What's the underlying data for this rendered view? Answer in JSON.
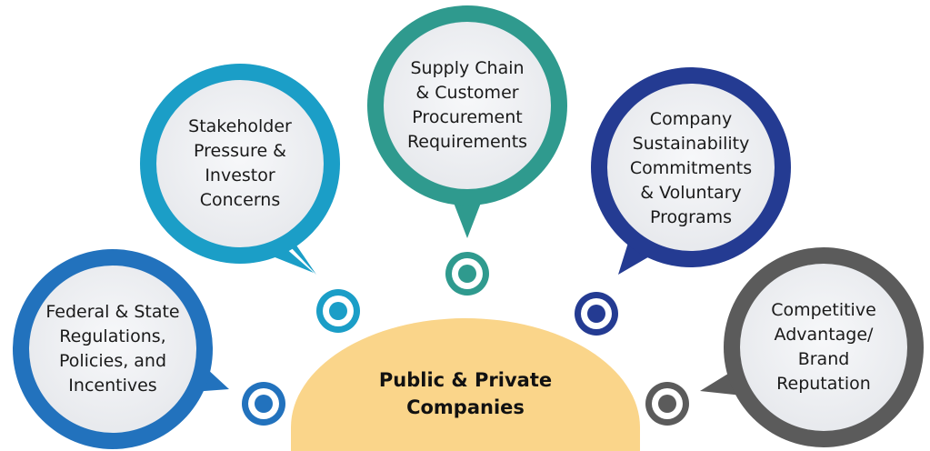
{
  "colors": {
    "blue": "#2272bd",
    "cyan": "#1b9ec7",
    "teal": "#2f9a8e",
    "navy": "#243b92",
    "gray": "#5b5b5b",
    "center_fill": "#fad58a",
    "bubble_fill": "#eff1f4"
  },
  "center": {
    "line1": "Public & Private",
    "line2": "Companies"
  },
  "drivers": [
    {
      "lines": [
        "Federal & State",
        "Regulations,",
        "Policies, and",
        "Incentives"
      ],
      "color": "blue",
      "target_icon": "bullseye-icon"
    },
    {
      "lines": [
        "Stakeholder",
        "Pressure &",
        "Investor",
        "Concerns"
      ],
      "color": "cyan",
      "target_icon": "bullseye-icon"
    },
    {
      "lines": [
        "Supply Chain",
        "& Customer",
        "Procurement",
        "Requirements"
      ],
      "color": "teal",
      "target_icon": "bullseye-icon"
    },
    {
      "lines": [
        "Company",
        "Sustainability",
        "Commitments",
        "& Voluntary",
        "Programs"
      ],
      "color": "navy",
      "target_icon": "bullseye-icon"
    },
    {
      "lines": [
        "Competitive",
        "Advantage/",
        "Brand",
        "Reputation"
      ],
      "color": "gray",
      "target_icon": "bullseye-icon"
    }
  ]
}
